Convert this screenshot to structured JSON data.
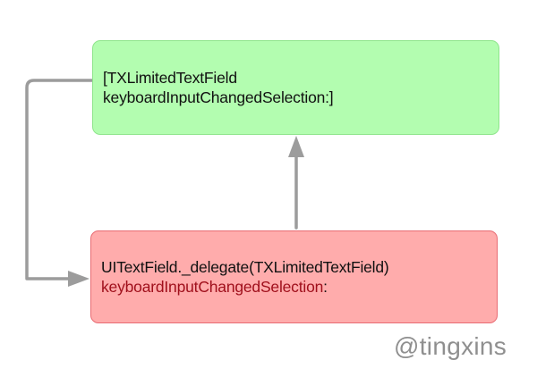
{
  "diagram": {
    "nodes": [
      {
        "id": "top",
        "lines": [
          "[TXLimitedTextField",
          "keyboardInputChangedSelection:]"
        ],
        "fill": "#b3fdb0",
        "border": "#8fe58c"
      },
      {
        "id": "bottom",
        "line1": "UITextField._delegate(TXLimitedTextField)",
        "line2_red": "keyboardInputChangedSelection",
        "line2_tail": ":",
        "fill": "#ffacac",
        "border": "#e86b73",
        "highlight_color": "#a0101c"
      }
    ],
    "edges": [
      {
        "from": "bottom",
        "to": "top",
        "style": "straight-up-arrow",
        "color": "#999999"
      },
      {
        "from": "top",
        "to": "bottom",
        "style": "elbow-left-loop-arrow",
        "color": "#999999"
      }
    ]
  },
  "watermark": "@tingxins"
}
